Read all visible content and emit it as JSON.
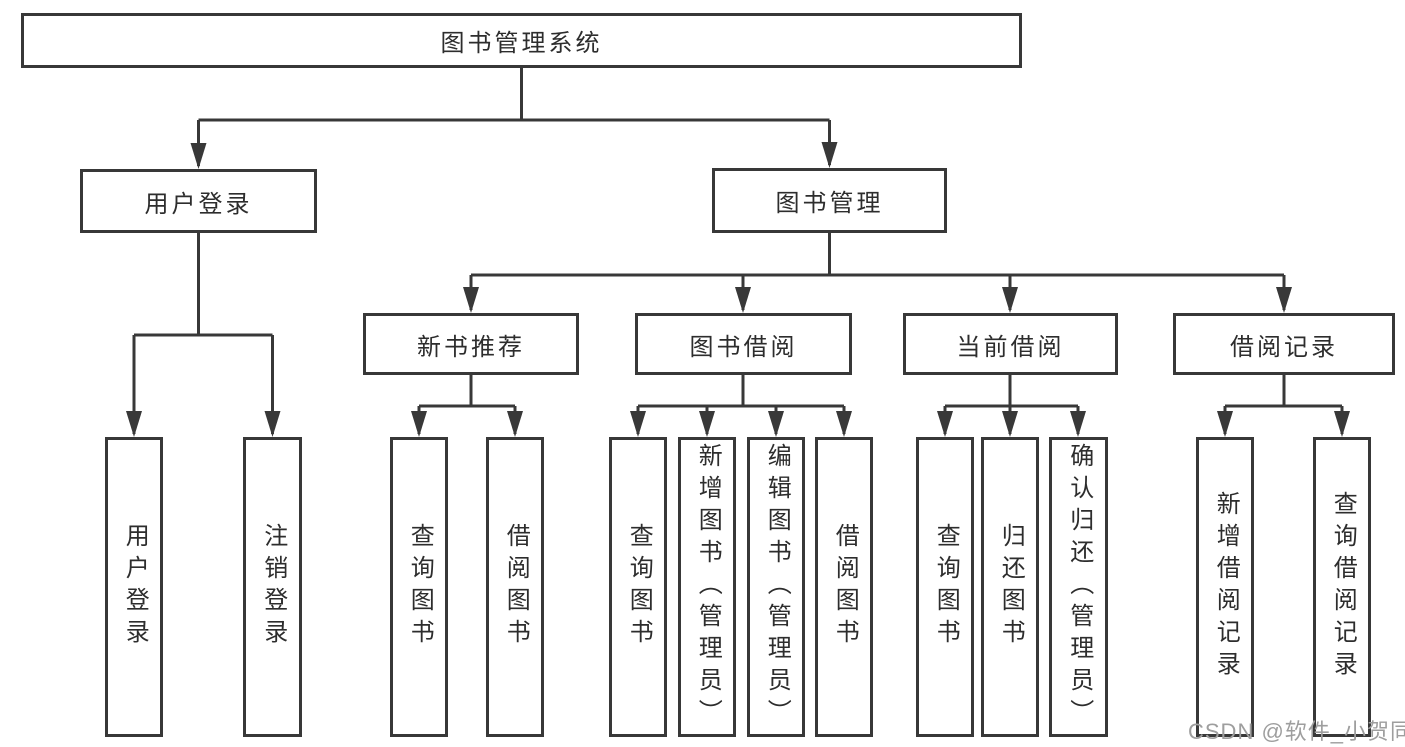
{
  "diagram": {
    "type": "tree",
    "nodes": {
      "root": "图书管理系统",
      "user_login": "用户登录",
      "book_management": "图书管理",
      "new_book_recommend": "新书推荐",
      "book_borrow": "图书借阅",
      "current_borrow": "当前借阅",
      "borrow_records": "借阅记录",
      "leaf_user_login": "用户登录",
      "leaf_logout": "注销登录",
      "leaf_query_book_recommend": "查询图书",
      "leaf_borrow_book_recommend": "借阅图书",
      "leaf_query_book_borrow": "查询图书",
      "leaf_add_book_admin": "新增图书（管理员）",
      "leaf_edit_book_admin": "编辑图书（管理员）",
      "leaf_borrow_book_borrow": "借阅图书",
      "leaf_query_book_current": "查询图书",
      "leaf_return_book": "归还图书",
      "leaf_confirm_return_admin": "确认归还（管理员）",
      "leaf_add_borrow_record": "新增借阅记录",
      "leaf_query_borrow_record": "查询借阅记录"
    },
    "hierarchy": {
      "图书管理系统": {
        "用户登录": [
          "用户登录",
          "注销登录"
        ],
        "图书管理": {
          "新书推荐": [
            "查询图书",
            "借阅图书"
          ],
          "图书借阅": [
            "查询图书",
            "新增图书（管理员）",
            "编辑图书（管理员）",
            "借阅图书"
          ],
          "当前借阅": [
            "查询图书",
            "归还图书",
            "确认归还（管理员）"
          ],
          "借阅记录": [
            "新增借阅记录",
            "查询借阅记录"
          ]
        }
      }
    }
  },
  "watermark": "CSDN @软件_小贺同学",
  "colors": {
    "line": "#383838",
    "box_border": "#383838",
    "box_fill": "#ffffff",
    "text": "#2d2d2d",
    "watermark": "#9e9e9e",
    "background": "#ffffff"
  }
}
